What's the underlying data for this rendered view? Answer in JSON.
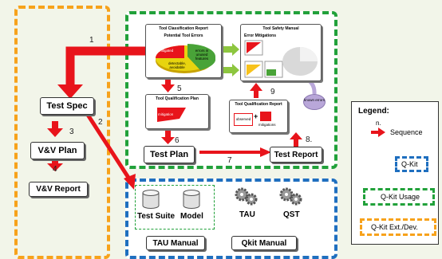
{
  "nodes": {
    "test_spec": "Test Spec",
    "vv_plan": "V&V Plan",
    "vv_report": "V&V Report",
    "test_plan": "Test Plan",
    "test_report": "Test Report",
    "tau_manual": "TAU Manual",
    "qkit_manual": "Qkit Manual",
    "test_suite": "Test Suite",
    "model": "Model",
    "tau": "TAU",
    "qst": "QST"
  },
  "documents": {
    "tcr_title": "Tool Classification Report",
    "tcr_subtitle": "Potential Tool Errors",
    "tcr_slice1": "mitigated",
    "tcr_slice2": "errors in unused features",
    "tcr_slice3": "detectable, avoidable",
    "tsm_title": "Tool Safety Manual",
    "tsm_subtitle": "Error Mitigations",
    "tqp_title": "Tool Qualification Plan",
    "tqp_slice": "mitigation",
    "tqr_title": "Tool Qualification Report",
    "tqr_observed": "observed",
    "tqr_mitigations": "mitigations",
    "tqr_known": "known errors",
    "tqr_plus": "+"
  },
  "edge_numbers": [
    "1",
    "2",
    "3",
    "4",
    "5",
    "6",
    "7",
    "8.",
    "9"
  ],
  "legend": {
    "title": "Legend:",
    "n": "n.",
    "sequence": "Sequence",
    "qkit": "Q-Kit",
    "qkit_usage": "Q-Kit Usage",
    "qkit_ext": "Q-Kit Ext./Dev."
  },
  "colors": {
    "orange": "#f7a21b",
    "green": "#21a13a",
    "blue": "#1f6fbf",
    "arrow_red": "#e8141b"
  }
}
